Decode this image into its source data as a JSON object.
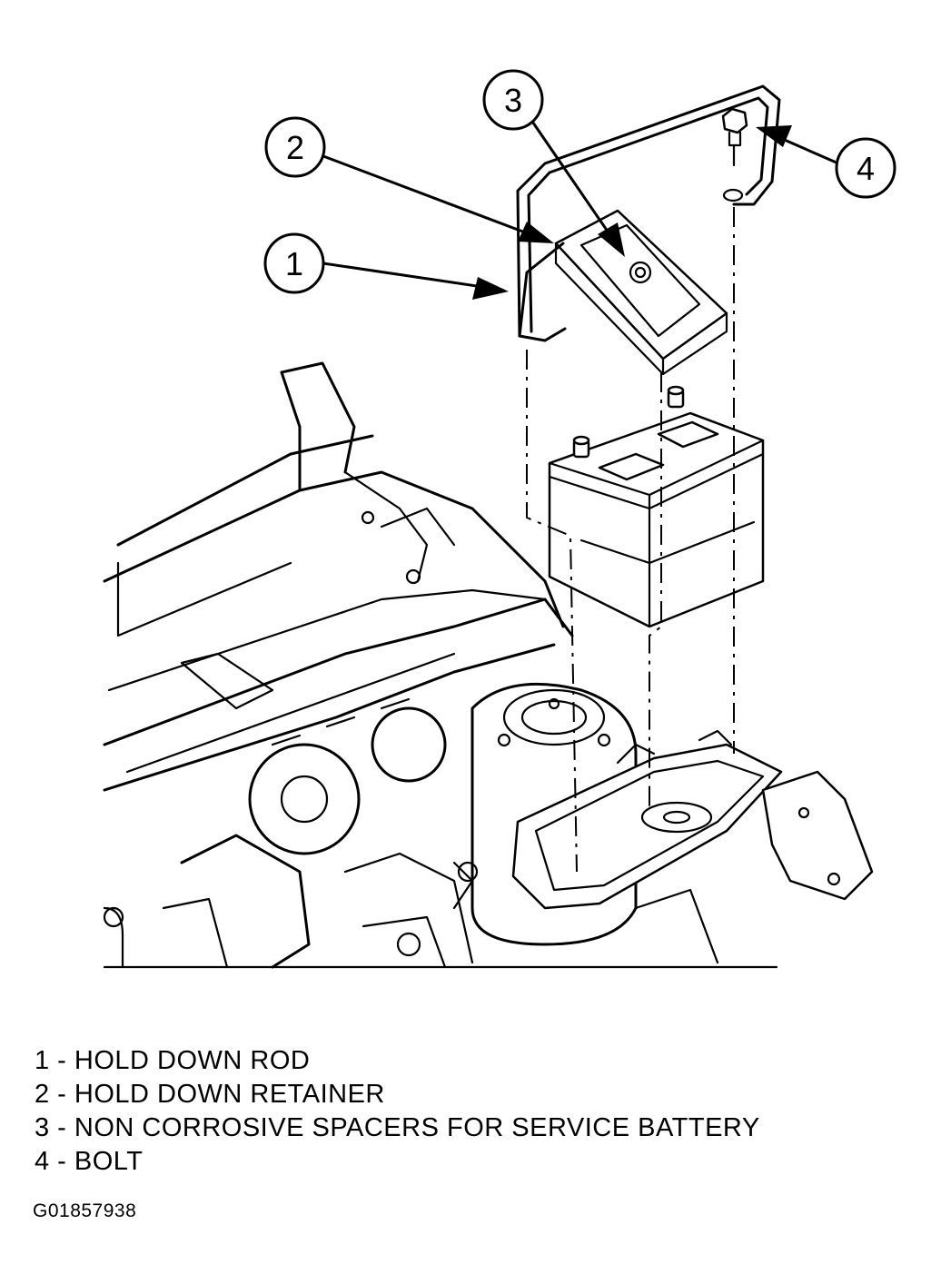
{
  "callouts": [
    {
      "number": "1",
      "name": "HOLD DOWN ROD"
    },
    {
      "number": "2",
      "name": "HOLD DOWN RETAINER"
    },
    {
      "number": "3",
      "name": "NON CORROSIVE SPACERS FOR SERVICE BATTERY"
    },
    {
      "number": "4",
      "name": "BOLT"
    }
  ],
  "legend": [
    "1 - HOLD DOWN ROD",
    "2 - HOLD DOWN RETAINER",
    "3 - NON CORROSIVE SPACERS FOR SERVICE BATTERY",
    "4 - BOLT"
  ],
  "figure_id": "G01857938",
  "colors": {
    "line": "#000000",
    "background": "#ffffff"
  }
}
